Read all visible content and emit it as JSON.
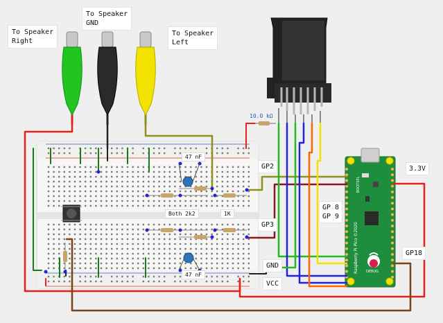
{
  "labels": {
    "speaker_right": "To Speaker\nRight",
    "speaker_gnd": "To Speaker\nGND",
    "speaker_left": "To Speaker\nLeft",
    "gp2": "GP2",
    "gp3": "GP3",
    "gp8_gp9": "GP 8\nGP 9",
    "v33": "3.3V",
    "gp18": "GP18",
    "gnd": "GND",
    "vcc": "VCC",
    "cap_top": "47 nF",
    "cap_bottom": "47 nF",
    "res_2k2": "Both 2k2",
    "res_1k": "1K",
    "res_10k": "10.0 kΩ"
  },
  "pico": {
    "logo": "Raspberry Pi Pico ©2020",
    "debug": "DEBUG",
    "bootsel": "BOOTSEL"
  },
  "colors": {
    "board": "#f4f4f2",
    "red": "#e8201b",
    "green": "#20bb20",
    "black": "#222222",
    "yellow": "#f2e200",
    "olive": "#8f8f20",
    "darkred": "#8a1420",
    "brown": "#7a4318",
    "blue": "#2222dd",
    "orange": "#ff6600",
    "pico_green": "#1e8e3e"
  }
}
